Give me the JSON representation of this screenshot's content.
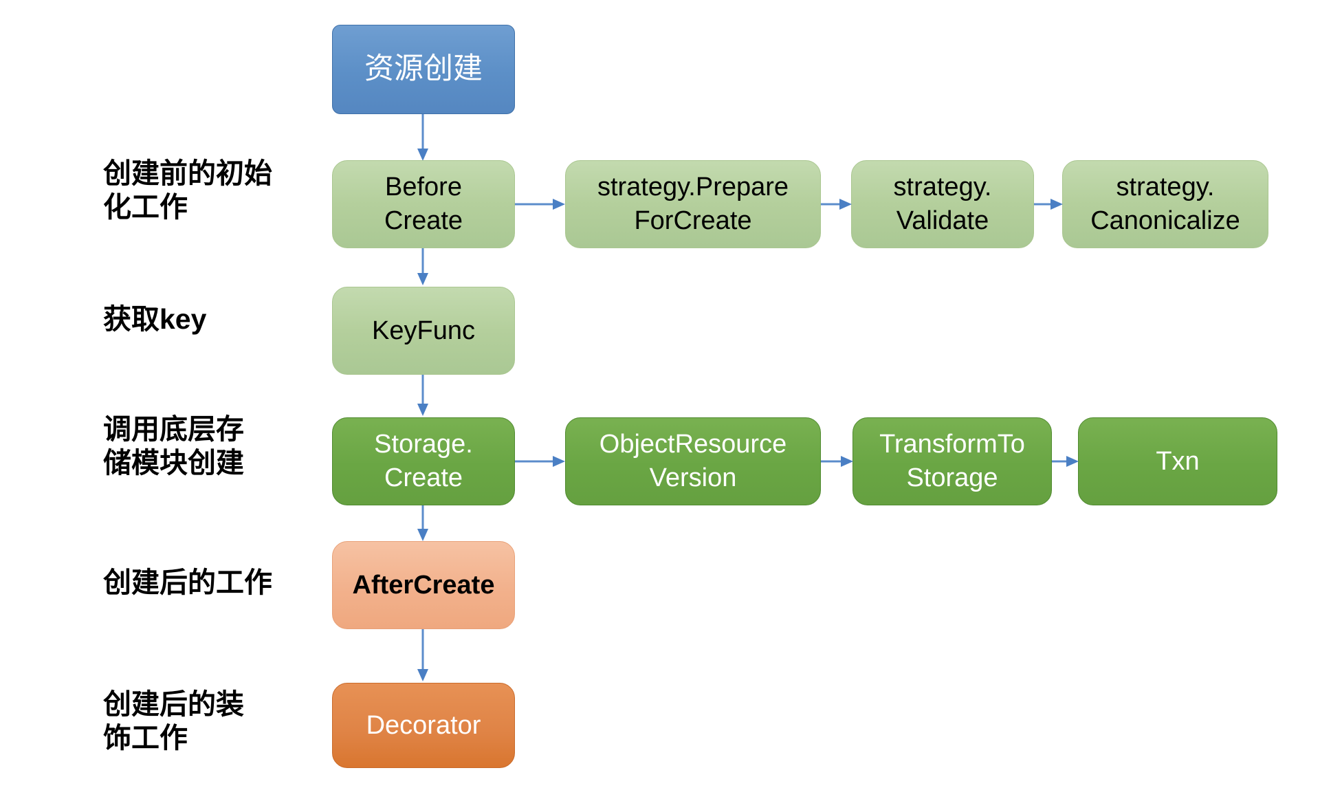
{
  "diagram": {
    "title_node": {
      "label": "资源创建",
      "color": "#5c8fc7",
      "text_color": "#ffffff"
    },
    "colors": {
      "blue": "#5c8fc7",
      "light_green": "#b4cf9c",
      "dark_green": "#6aa644",
      "salmon": "#f2b18c",
      "orange": "#df8345",
      "arrow": "#5b8ccb",
      "label_text": "#000000"
    },
    "row_labels": [
      {
        "text": "创建前的初始\n化工作"
      },
      {
        "text": "获取key"
      },
      {
        "text": "调用底层存\n储模块创建"
      },
      {
        "text": "创建后的工作"
      },
      {
        "text": "创建后的装\n饰工作"
      }
    ],
    "rows": [
      {
        "id": "before-create",
        "style": "light_green",
        "nodes": [
          {
            "label": "Before\nCreate"
          },
          {
            "label": "strategy.Prepare\nForCreate"
          },
          {
            "label": "strategy.\nValidate"
          },
          {
            "label": "strategy.\nCanonicalize"
          }
        ]
      },
      {
        "id": "keyfunc",
        "style": "light_green",
        "nodes": [
          {
            "label": "KeyFunc"
          }
        ]
      },
      {
        "id": "storage-create",
        "style": "dark_green",
        "nodes": [
          {
            "label": "Storage.\nCreate"
          },
          {
            "label": "ObjectResource\nVersion"
          },
          {
            "label": "TransformTo\nStorage"
          },
          {
            "label": "Txn"
          }
        ]
      },
      {
        "id": "after-create",
        "style": "salmon",
        "nodes": [
          {
            "label": "AfterCreate"
          }
        ]
      },
      {
        "id": "decorator",
        "style": "orange",
        "nodes": [
          {
            "label": "Decorator"
          }
        ]
      }
    ]
  }
}
